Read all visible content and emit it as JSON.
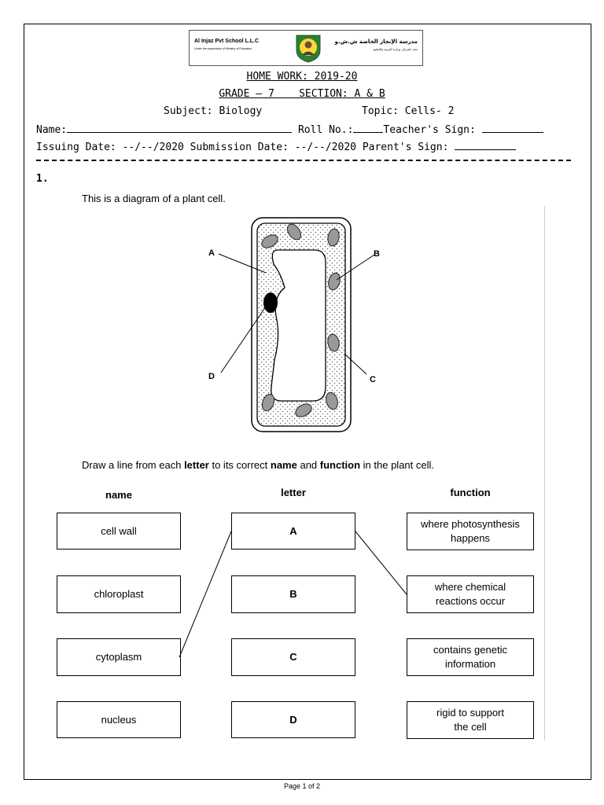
{
  "logo": {
    "english_name": "Al Injaz  Pvt School L.L.C",
    "english_sub": "Under the supervision of Ministry of Education",
    "arabic_name": "مدرسة الإنجاز الخاصة ش.ش.و",
    "arabic_sub": "تحت إشراف وزارة التربية والتعليم"
  },
  "header": {
    "title": "HOME WORK: 2019-20",
    "grade": "GRADE – 7    SECTION: A & B",
    "subject": "Subject: Biology",
    "topic": "Topic: Cells- 2",
    "name_label": "Name:",
    "roll_label": "Roll No.:",
    "teacher_label": "Teacher's Sign:",
    "issuing_label": "Issuing Date: --/--/2020",
    "submission_label": "Submission Date: --/--/2020",
    "parent_label": "Parent's Sign:"
  },
  "question": {
    "number": "1.",
    "intro": "This is a diagram of a plant cell.",
    "instruction_parts": [
      "Draw a line from each ",
      "letter",
      " to its correct ",
      "name",
      " and ",
      "function",
      " in the plant cell."
    ]
  },
  "diagram": {
    "labels": [
      "A",
      "B",
      "C",
      "D"
    ]
  },
  "columns": {
    "name": "name",
    "letter": "letter",
    "function": "function"
  },
  "names": [
    "cell wall",
    "chloroplast",
    "cytoplasm",
    "nucleus"
  ],
  "letters": [
    "A",
    "B",
    "C",
    "D"
  ],
  "functions": [
    "where photosynthesis\nhappens",
    "where chemical\nreactions occur",
    "contains genetic\ninformation",
    "rigid to support\nthe cell"
  ],
  "footer": "Page 1 of 2"
}
